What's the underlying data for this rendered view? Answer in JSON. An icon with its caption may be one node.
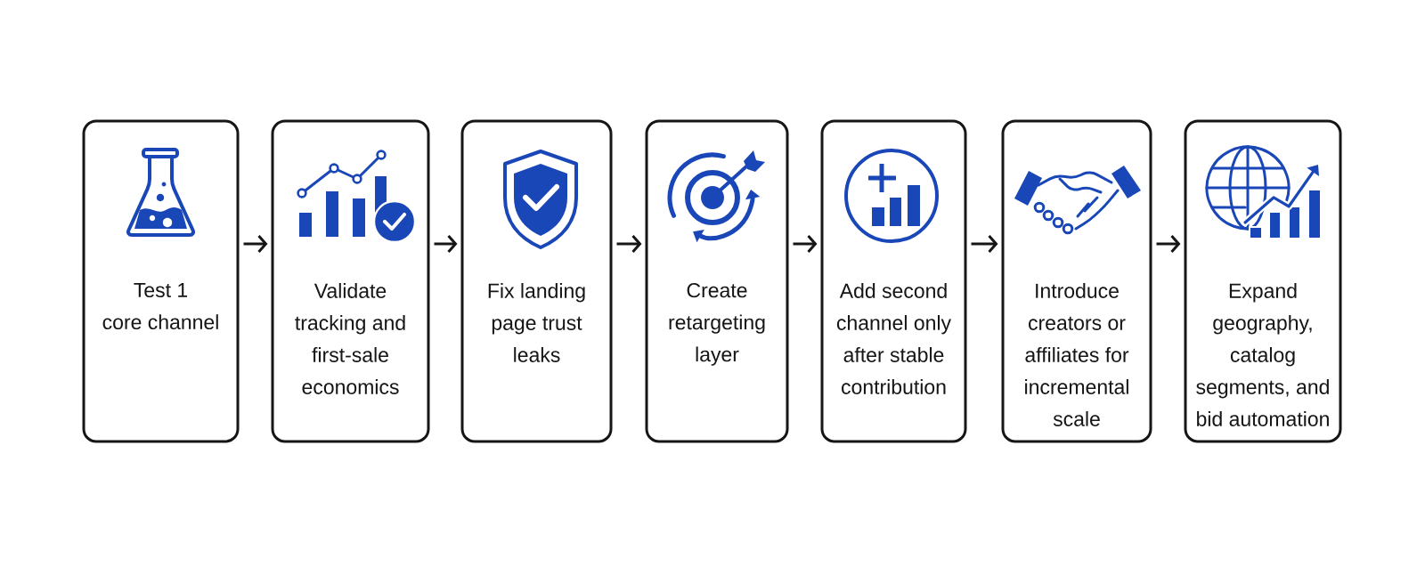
{
  "diagram": {
    "nodes": [
      {
        "text": [
          "Test 1 core channel"
        ]
      },
      {
        "text": [
          "Validate tracking and first-sale economics"
        ]
      },
      {
        "text": [
          "Fix landing page trust leaks"
        ]
      },
      {
        "text": [
          "Create retargeting layer"
        ]
      },
      {
        "text": [
          "Add second channel only after stable contribution"
        ]
      },
      {
        "text": [
          "Introduce creators or affiliates for incremental scale"
        ]
      },
      {
        "text": [
          "Expand geography, catalog segments, and bid automation"
        ]
      }
    ],
    "edges": [
      {
        "from": 0,
        "to": 1,
        "arrow": "to"
      },
      {
        "from": 1,
        "to": 2,
        "arrow": "to"
      },
      {
        "from": 2,
        "to": 3,
        "arrow": "to"
      },
      {
        "from": 3,
        "to": 4,
        "arrow": "to"
      },
      {
        "from": 4,
        "to": 5,
        "arrow": "to"
      },
      {
        "from": 5,
        "to": 6,
        "arrow": "to"
      }
    ]
  }
}
